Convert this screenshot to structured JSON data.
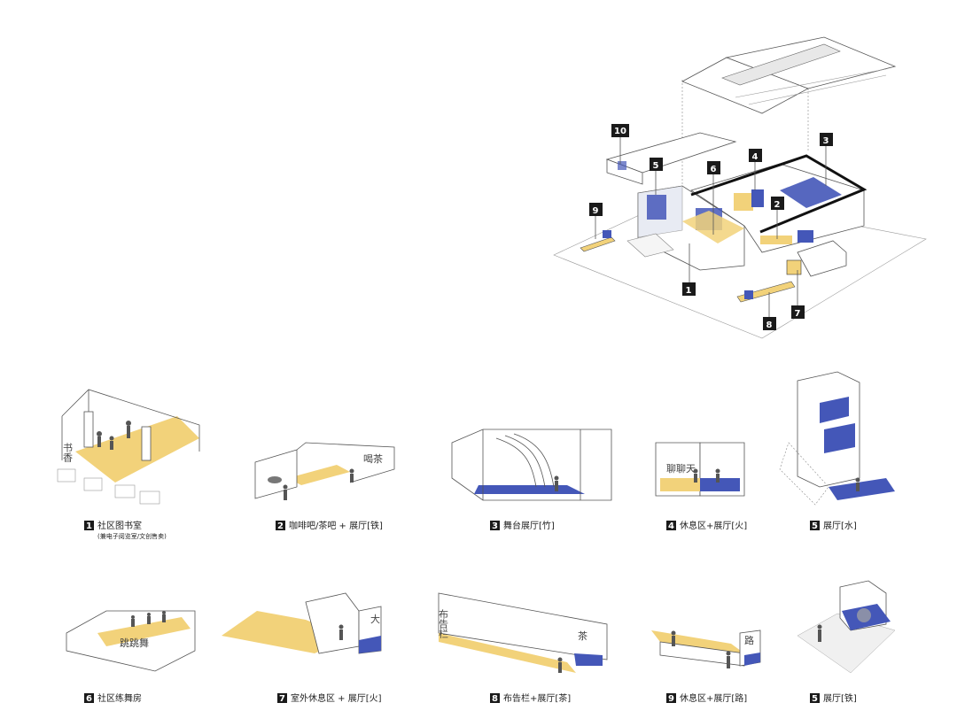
{
  "colors": {
    "yellow": "#f2d27a",
    "blue": "#4457b8",
    "tag": "#1a1a1a"
  },
  "tags": [
    "1",
    "2",
    "3",
    "4",
    "5",
    "6",
    "7",
    "8",
    "9",
    "10"
  ],
  "captions": {
    "c1": {
      "num": "1",
      "text": "社区图书室",
      "sub": "(兼电子阅览室/文创售卖)"
    },
    "c2": {
      "num": "2",
      "text": "咖啡吧/茶吧 + 展厅[铁]"
    },
    "c3": {
      "num": "3",
      "text": "舞台展厅[竹]"
    },
    "c4": {
      "num": "4",
      "text": "休息区+展厅[火]"
    },
    "c5": {
      "num": "5",
      "text": "展厅[水]"
    },
    "c6": {
      "num": "6",
      "text": "社区练舞房"
    },
    "c7": {
      "num": "7",
      "text": "室外休息区 + 展厅[火]"
    },
    "c8": {
      "num": "8",
      "text": "布告栏+展厅[茶]"
    },
    "c9": {
      "num": "9",
      "text": "休息区+展厅[路]"
    },
    "c10": {
      "num": "5",
      "text": "展厅[铁]"
    }
  },
  "signs": {
    "library": "书香",
    "tea": "喝茶",
    "chat": "聊聊天",
    "dance": "跳跳舞",
    "big": "大",
    "notice": "布告栏",
    "tea2": "茶",
    "road": "路"
  }
}
